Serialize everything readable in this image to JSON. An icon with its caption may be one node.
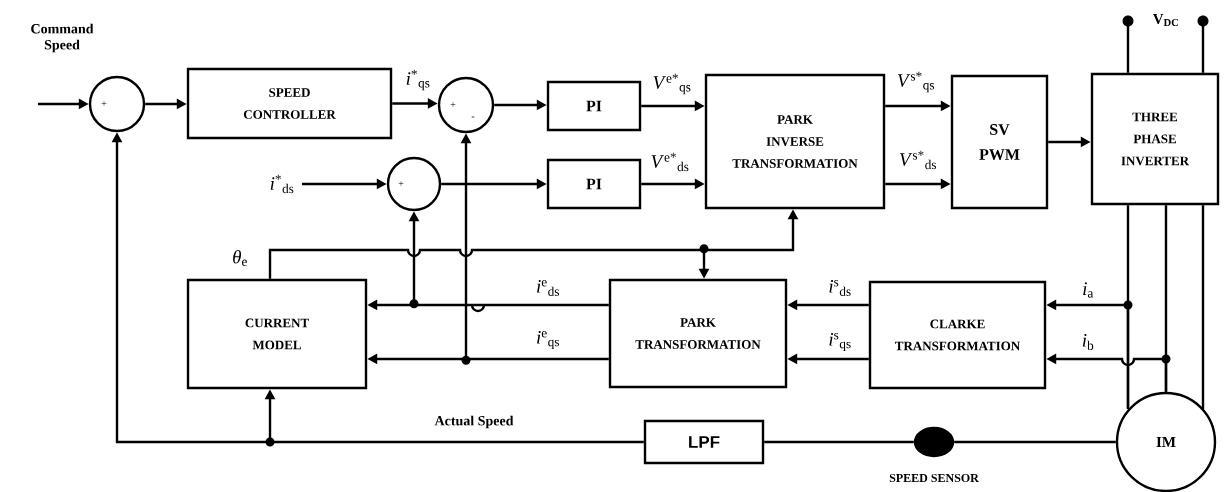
{
  "diagram": {
    "nodes": [
      {
        "text": [
          "+"
        ]
      },
      {
        "text": [
          "SPEED CONTROLLER"
        ]
      },
      {
        "text": [
          "+",
          "-"
        ]
      },
      {
        "text": [
          "PI"
        ]
      },
      {
        "text": [
          "PI"
        ]
      },
      {
        "text": [
          "+"
        ]
      },
      {
        "text": [
          "PARK INVERSE TRANSFORMATION"
        ]
      },
      {
        "text": [
          "SV PWM"
        ]
      },
      {
        "text": [
          "THREE PHASE INVERTER"
        ]
      },
      {
        "text": [
          "CURRENT MODEL"
        ]
      },
      {
        "text": [
          "PARK TRANSFORMATION"
        ]
      },
      {
        "text": [
          "CLARKE TRANSFORMATION"
        ]
      },
      {
        "text": [
          "LPF"
        ]
      },
      {
        "text": [],
        "shape": "ellipse",
        "beside": [
          "SPEED SENSOR"
        ]
      },
      {
        "text": [
          "IM"
        ]
      }
    ],
    "edges": [
      {
        "from": null,
        "to": 0,
        "arrow": "to",
        "label": "Command Speed"
      },
      {
        "from": 0,
        "to": 1,
        "arrow": "to"
      },
      {
        "from": 1,
        "to": 2,
        "arrow": "to",
        "label": "*i*$^{*}$$_{qs}$"
      },
      {
        "from": 2,
        "to": 3,
        "arrow": "to"
      },
      {
        "from": null,
        "to": 5,
        "arrow": "to",
        "label": "*i*$^{*}$$_{ds}$"
      },
      {
        "from": 5,
        "to": 4,
        "arrow": "to"
      },
      {
        "from": 3,
        "to": 6,
        "arrow": "to",
        "label": "*V*$^{e*}$$_{qs}$"
      },
      {
        "from": 4,
        "to": 6,
        "arrow": "to",
        "label": "*V*$^{e*}$$_{ds}$"
      },
      {
        "from": 6,
        "to": 7,
        "arrow": "to",
        "label": "*V*$^{s*}$$_{qs}$"
      },
      {
        "from": 6,
        "to": 7,
        "arrow": "to",
        "label": "*V*$^{s*}$$_{ds}$"
      },
      {
        "from": 7,
        "to": 8,
        "arrow": "to"
      },
      {
        "from": 9,
        "to": 6,
        "arrow": "to",
        "label": "*θ*$_{e}$"
      },
      {
        "from": 9,
        "to": 10,
        "arrow": "to"
      },
      {
        "from": 10,
        "to": 9,
        "arrow": "to",
        "label": "*i*$^{e}$$_{ds}$"
      },
      {
        "from": 10,
        "to": 5,
        "arrow": "to"
      },
      {
        "from": 10,
        "to": 9,
        "arrow": "to",
        "label": "*i*$^{e}$$_{qs}$"
      },
      {
        "from": 10,
        "to": 2,
        "arrow": "to"
      },
      {
        "from": 11,
        "to": 10,
        "arrow": "to",
        "label": "*i*$^{s}$$_{ds}$"
      },
      {
        "from": 11,
        "to": 10,
        "arrow": "to",
        "label": "*i*$^{s}$$_{qs}$"
      },
      {
        "from": 8,
        "to": 14,
        "arrow": "none"
      },
      {
        "from": 8,
        "to": 14,
        "arrow": "none"
      },
      {
        "from": 8,
        "to": 14,
        "arrow": "none"
      },
      {
        "from": 14,
        "to": 11,
        "arrow": "to",
        "label": "*i*$_{a}$"
      },
      {
        "from": 14,
        "to": 11,
        "arrow": "to",
        "label": "*i*$_{b}$"
      },
      {
        "from": 14,
        "to": 13,
        "arrow": "none"
      },
      {
        "from": 13,
        "to": 12,
        "arrow": "none"
      },
      {
        "from": 12,
        "to": 0,
        "arrow": "to",
        "label": "Actual Speed"
      },
      {
        "from": 12,
        "to": 9,
        "arrow": "to"
      }
    ],
    "labels": [
      "V$_{DC}$"
    ]
  }
}
